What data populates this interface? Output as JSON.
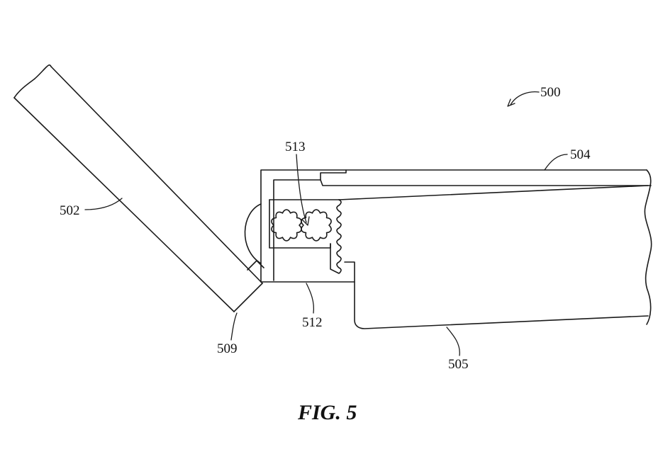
{
  "figure": {
    "caption": "FIG. 5",
    "reference_numerals": {
      "assembly": "500",
      "lid_panel": "502",
      "housing": "504",
      "base_lower": "505",
      "hinge_edge": "509",
      "bracket": "512",
      "gear_mechanism": "513"
    }
  },
  "colors": {
    "line": "#1a1a1a",
    "background": "#ffffff"
  }
}
